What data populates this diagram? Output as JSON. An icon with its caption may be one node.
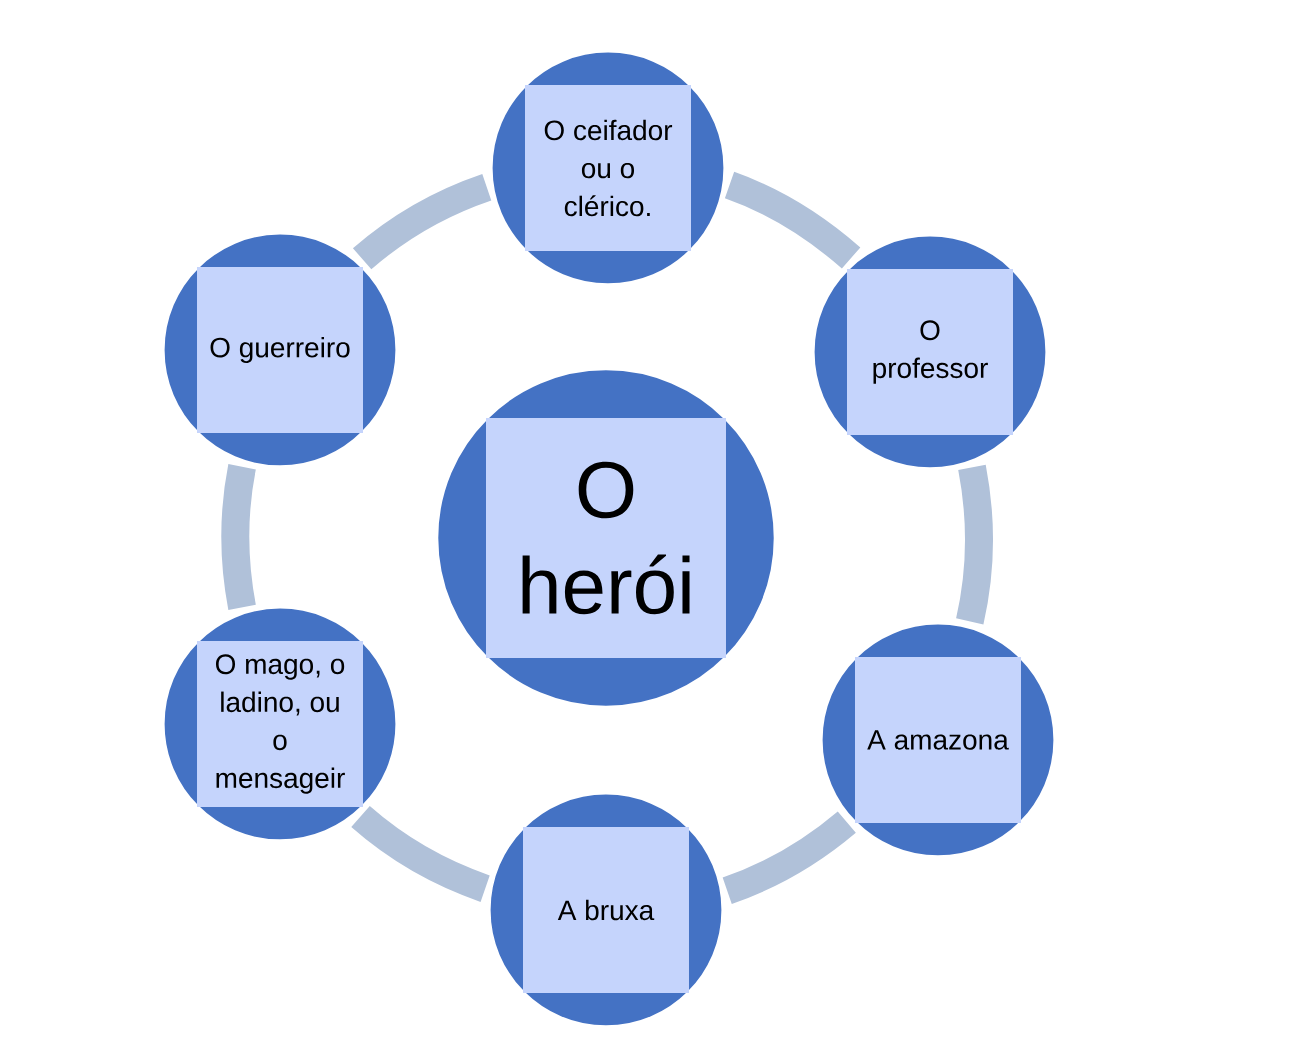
{
  "diagram": {
    "nodes": [
      {
        "text": [
          "O herói"
        ]
      },
      {
        "text": [
          "O ceifador ou o clérico."
        ]
      },
      {
        "text": [
          "O professor"
        ]
      },
      {
        "text": [
          "A amazona"
        ]
      },
      {
        "text": [
          "A bruxa"
        ]
      },
      {
        "text": [
          "O mago, o ladino, ou o mensageir"
        ]
      },
      {
        "text": [
          "O guerreiro"
        ]
      }
    ],
    "edges": [
      {
        "from": 1,
        "to": 2,
        "arrow": "none"
      },
      {
        "from": 2,
        "to": 3,
        "arrow": "none"
      },
      {
        "from": 3,
        "to": 4,
        "arrow": "none"
      },
      {
        "from": 4,
        "to": 5,
        "arrow": "none"
      },
      {
        "from": 5,
        "to": 6,
        "arrow": "none"
      },
      {
        "from": 6,
        "to": 1,
        "arrow": "none"
      }
    ]
  }
}
